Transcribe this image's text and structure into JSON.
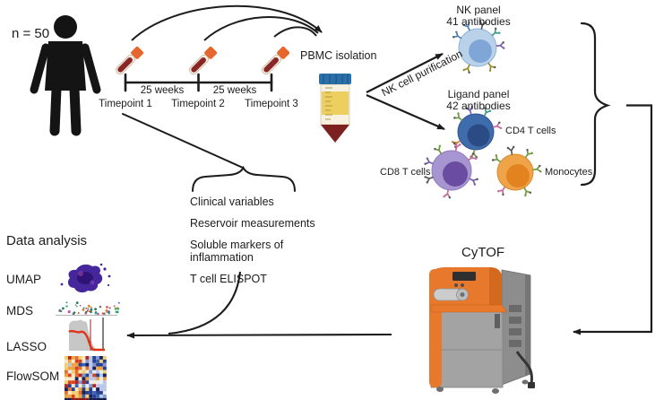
{
  "figure": {
    "cohort_label": "n = 50",
    "timeline": {
      "timepoints": [
        "Timepoint 1",
        "Timepoint 2",
        "Timepoint 3"
      ],
      "intervals": [
        "25 weeks",
        "25 weeks"
      ]
    },
    "pbmc_label": "PBMC isolation",
    "nk_purification_label": "NK cell purification",
    "nk_panel": {
      "title": "NK panel",
      "subtitle": "41 antibodies"
    },
    "ligand_panel": {
      "title": "Ligand panel",
      "subtitle": "42 antibodies"
    },
    "cell_labels": {
      "cd4": "CD4 T cells",
      "cd8": "CD8 T cells",
      "monocytes": "Monocytes"
    },
    "measurements": [
      "Clinical variables",
      "Reservoir measurements",
      "Soluble markers of inflammation",
      "T cell ELISPOT"
    ],
    "cytof_label": "CyTOF",
    "analysis": {
      "title": "Data analysis",
      "methods": [
        "UMAP",
        "MDS",
        "LASSO",
        "FlowSOM"
      ]
    }
  },
  "colors": {
    "ink": "#1c1c1c",
    "tube-cap": "#e5672e",
    "blood": "#8b2626",
    "pbmc-cap": "#2a6fa8",
    "pbmc-yellow": "#eccf5f",
    "nk-cell": "#b9d2ea",
    "nk-nucleus": "#7fa6d6",
    "cd4": "#3f6cac",
    "cd4-nucleus": "#2b4b84",
    "cd8": "#a795d2",
    "cd8-nucleus": "#6a4da1",
    "mono": "#f0a449",
    "mono-nucleus": "#e2831f",
    "machine-orange": "#e8792c",
    "machine-gray": "#a3a3a3",
    "umap": "#45269b",
    "lasso-red": "#e03318"
  }
}
